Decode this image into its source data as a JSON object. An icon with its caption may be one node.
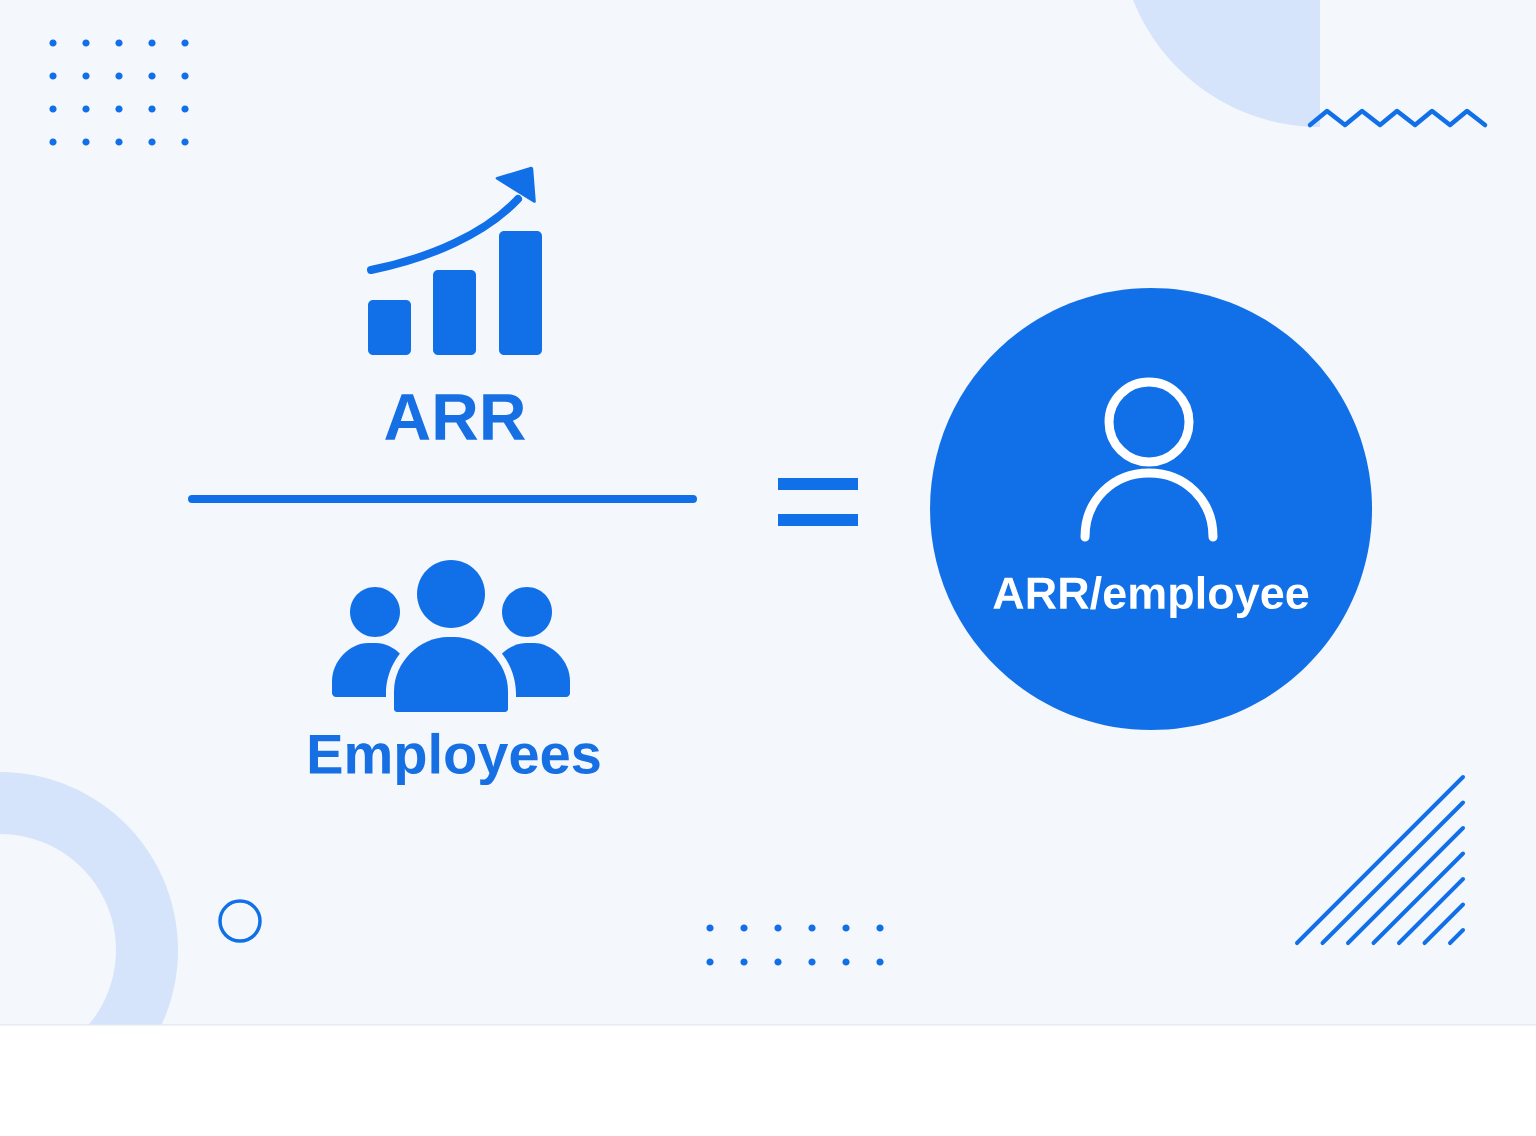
{
  "diagram": {
    "nodes": [
      {
        "text": [
          "ARR"
        ]
      },
      {
        "text": [
          "Employees"
        ]
      },
      {
        "text": [
          "ARR/employee"
        ]
      }
    ]
  }
}
